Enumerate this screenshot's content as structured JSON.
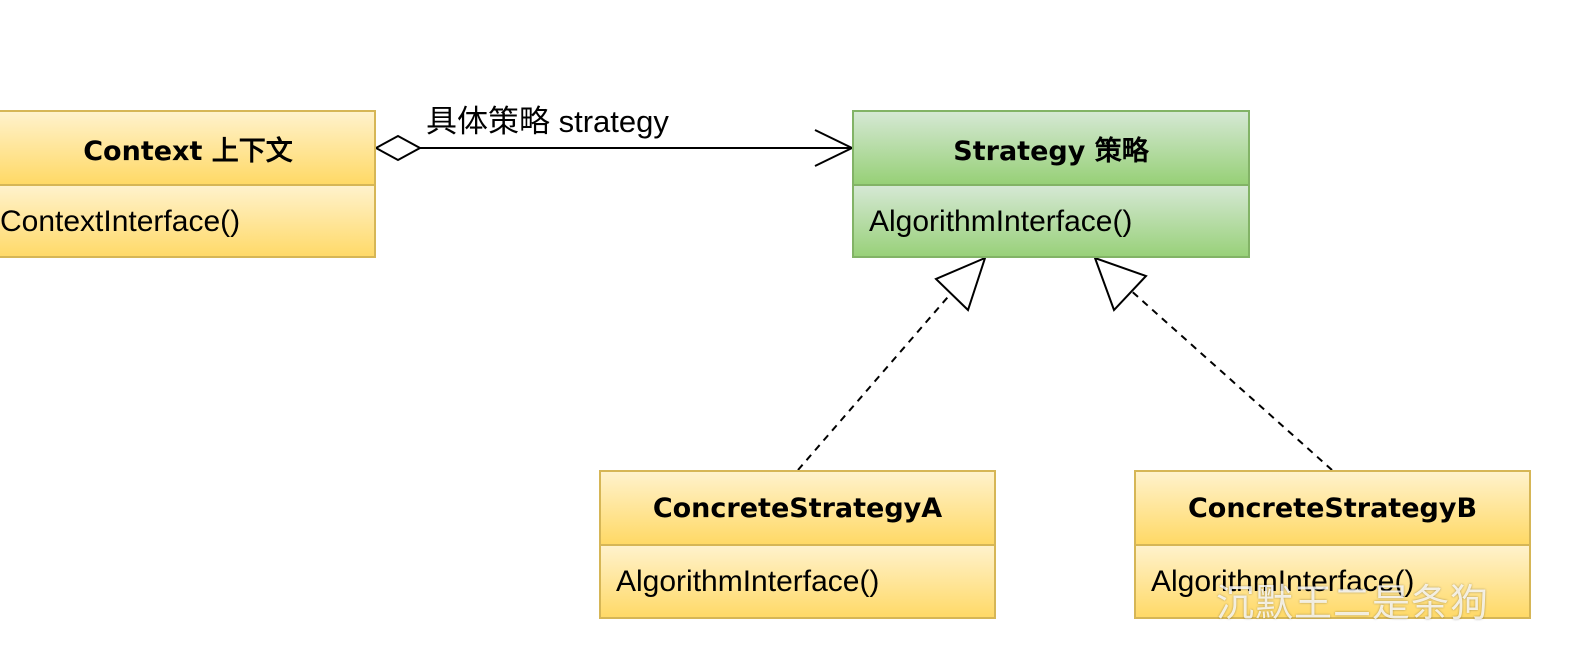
{
  "classes": {
    "context": {
      "title": "Context  上下文",
      "method": "ContextInterface()"
    },
    "strategy": {
      "title": "Strategy 策略",
      "method": "AlgorithmInterface()"
    },
    "concrete_a": {
      "title": "ConcreteStrategyA",
      "method": "AlgorithmInterface()"
    },
    "concrete_b": {
      "title": "ConcreteStrategyB",
      "method": "AlgorithmInterface()"
    }
  },
  "relations": {
    "aggregation_label": "具体策略 strategy"
  },
  "watermark": "沉默王二是条狗",
  "colors": {
    "yellow_fill": "#ffd966",
    "yellow_border": "#d6b656",
    "green_fill": "#97d077",
    "green_border": "#82b366",
    "line": "#000000"
  }
}
